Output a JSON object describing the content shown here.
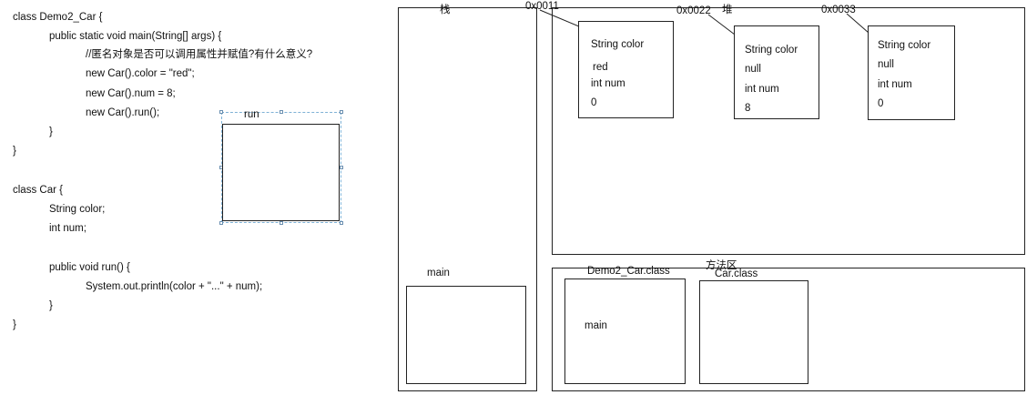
{
  "code": {
    "lines": [
      "class Demo2_Car {",
      "public static void main(String[] args) {",
      "//匿名对象是否可以调用属性并赋值?有什么意义?",
      "new Car().color = \"red\";",
      "new Car().num = 8;",
      "new Car().run();",
      "}",
      "}",
      "class Car {",
      "String color;",
      "int num;",
      "public void run() {",
      "System.out.println(color + \"...\" + num);",
      "}",
      "}"
    ]
  },
  "run_frame": {
    "label": "run"
  },
  "stack": {
    "title": "栈",
    "main_label": "main"
  },
  "heap": {
    "title": "堆",
    "objects": [
      {
        "address": "0x0011",
        "field1": "String color",
        "value1": "red",
        "field2": "int num",
        "value2": "0"
      },
      {
        "address": "0x0022",
        "field1": "String color",
        "value1": "null",
        "field2": "int num",
        "value2": "8"
      },
      {
        "address": "0x0033",
        "field1": "String color",
        "value1": "null",
        "field2": "int num",
        "value2": "0"
      }
    ]
  },
  "method_area": {
    "title": "方法区",
    "classes": [
      {
        "label": "Demo2_Car.class",
        "content": "main"
      },
      {
        "label": "Car.class",
        "content": ""
      }
    ]
  }
}
